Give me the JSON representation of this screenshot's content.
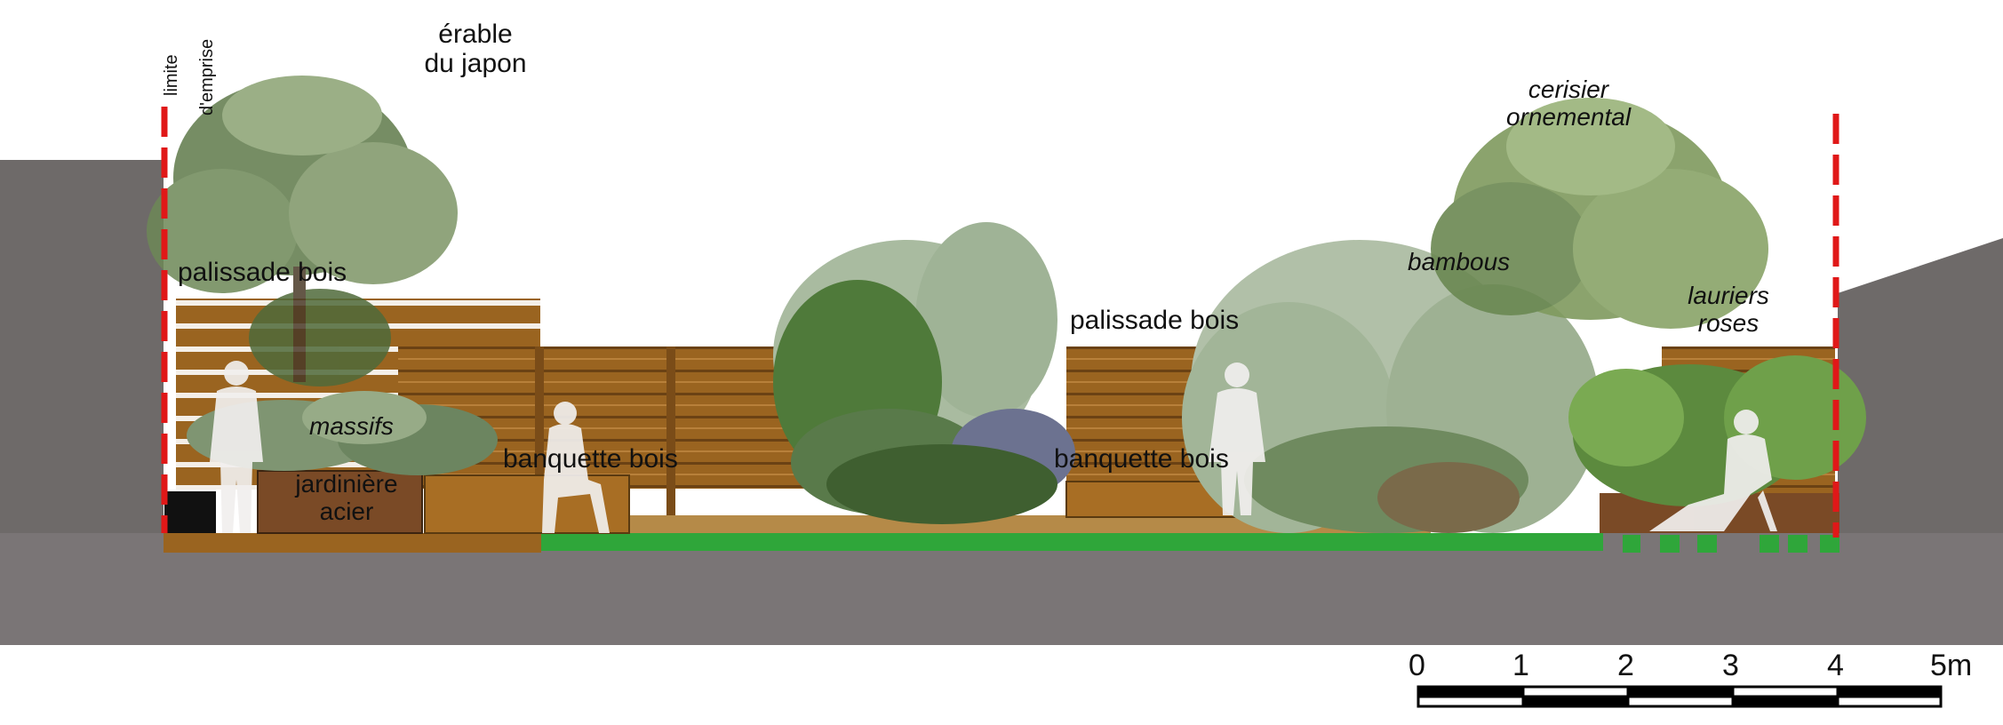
{
  "labels": {
    "limite": "limite",
    "emprise": "d'emprise",
    "erable_line1": "érable",
    "erable_line2": "du japon",
    "cerisier_line1": "cerisier",
    "cerisier_line2": "ornemental",
    "palissade_left": "palissade bois",
    "palissade_center": "palissade bois",
    "bambous": "bambous",
    "lauriers_line1": "lauriers",
    "lauriers_line2": "roses",
    "massifs": "massifs",
    "jardiniere_line1": "jardinière",
    "jardiniere_line2": "acier",
    "banquette_left": "banquette bois",
    "banquette_center": "banquette bois"
  },
  "scale_bar": {
    "ticks": [
      "0",
      "1",
      "2",
      "3",
      "4",
      "5m"
    ]
  },
  "colors": {
    "wall": "#6e6a69",
    "ground": "#7a7576",
    "wood": "#9a6420",
    "wood_light": "#b07830",
    "grass": "#2fa63a",
    "boundary": "#e01818",
    "foliage_dark": "#4f6a3a",
    "foliage_light": "#a9bba0"
  }
}
